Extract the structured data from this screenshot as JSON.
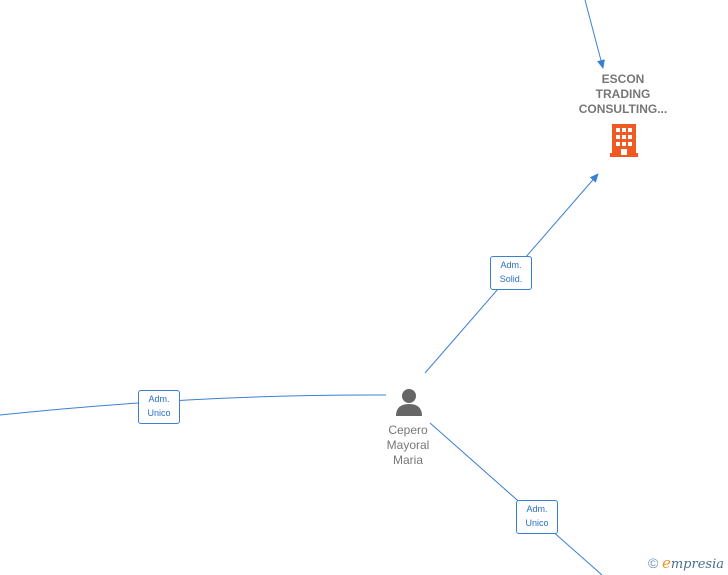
{
  "company_node": {
    "name_lines": [
      "ESCON",
      "TRADING",
      "CONSULTING..."
    ],
    "icon": "building-icon",
    "color": "#f05a22"
  },
  "person_node": {
    "name_lines": [
      "Cepero",
      "Mayoral",
      "Maria"
    ],
    "icon": "person-icon",
    "color": "#666666"
  },
  "edges": {
    "to_company": {
      "label_lines": [
        "Adm.",
        "Solid."
      ]
    },
    "to_left": {
      "label_lines": [
        "Adm.",
        "Unico"
      ]
    },
    "to_bottom_right": {
      "label_lines": [
        "Adm.",
        "Unico"
      ]
    }
  },
  "edge_color": "#3b7fd4",
  "watermark": {
    "copyright": "©",
    "brand_initial": "e",
    "brand_rest": "mpresia"
  }
}
